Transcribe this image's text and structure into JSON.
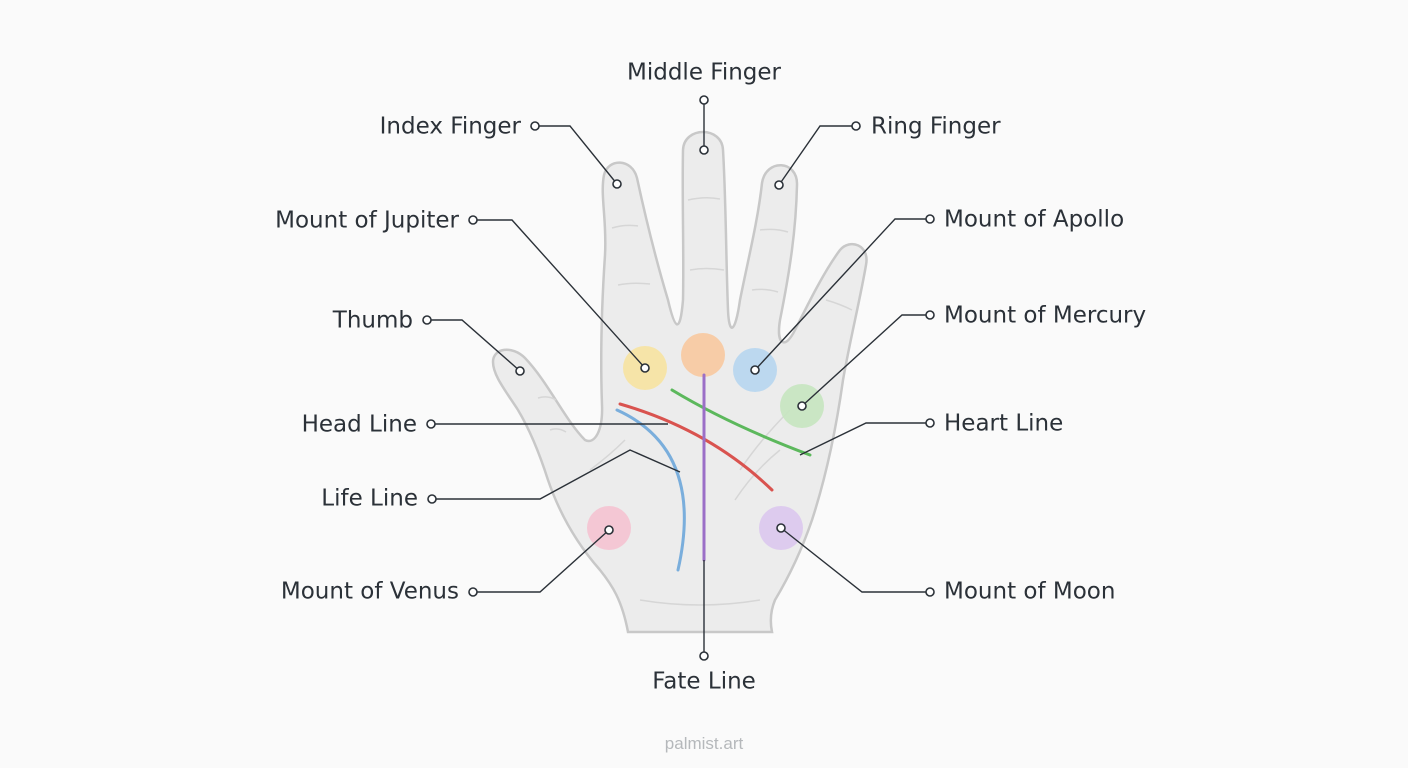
{
  "labels": {
    "middle_finger": "Middle Finger",
    "index_finger": "Index Finger",
    "ring_finger": "Ring Finger",
    "mount_jupiter": "Mount of Jupiter",
    "mount_apollo": "Mount of Apollo",
    "thumb": "Thumb",
    "mount_mercury": "Mount of Mercury",
    "head_line": "Head Line",
    "heart_line": "Heart Line",
    "life_line": "Life Line",
    "mount_venus": "Mount of Venus",
    "mount_moon": "Mount of Moon",
    "fate_line": "Fate Line"
  },
  "footer": "palmist.art",
  "colors": {
    "hand_fill": "#ececec",
    "hand_outline": "#c8c8c8",
    "leader": "#2b3138",
    "head_line": "#d9534f",
    "heart_line": "#5cb85c",
    "life_line": "#7aaedc",
    "fate_line": "#9b6fc7",
    "mount_jupiter": "#f7e3a1",
    "mount_saturn": "#f8c9a0",
    "mount_apollo": "#b7d6f0",
    "mount_mercury": "#c6e6c0",
    "mount_venus": "#f5c3d2",
    "mount_moon": "#dcc8ee"
  }
}
